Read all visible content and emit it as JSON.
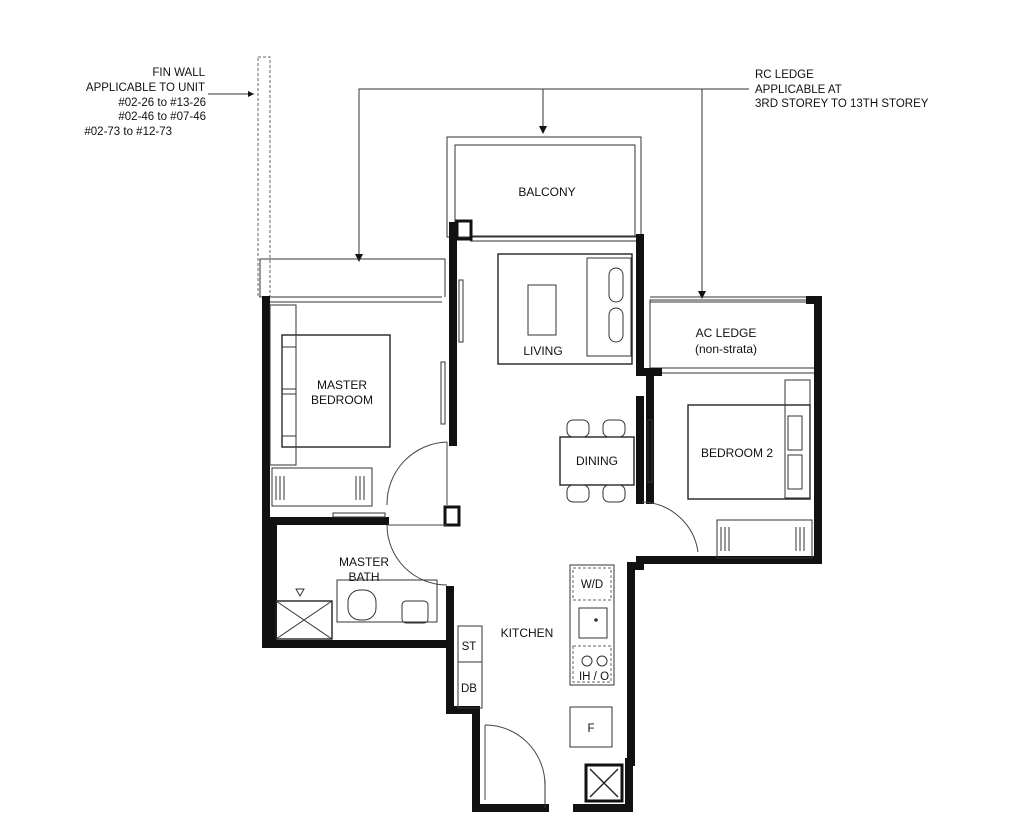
{
  "annotations": {
    "fin_wall": [
      "FIN WALL",
      "APPLICABLE TO UNIT",
      "#02-26 to #13-26",
      "#02-46 to #07-46",
      "#02-73  to #12-73"
    ],
    "rc_ledge": [
      "RC LEDGE",
      "APPLICABLE AT",
      "3RD STOREY TO 13TH STOREY"
    ]
  },
  "rooms": {
    "balcony": "BALCONY",
    "living": "LIVING",
    "master_bedroom": [
      "MASTER",
      "BEDROOM"
    ],
    "ac_ledge": [
      "AC LEDGE",
      "(non-strata)"
    ],
    "bedroom2": "BEDROOM 2",
    "dining": "DINING",
    "master_bath": [
      "MASTER",
      "BATH"
    ],
    "kitchen": "KITCHEN"
  },
  "fixtures": {
    "washer_dryer": "W/D",
    "storage": "ST",
    "distribution_board": "DB",
    "hob_oven": "IH / O",
    "fridge": "F"
  }
}
